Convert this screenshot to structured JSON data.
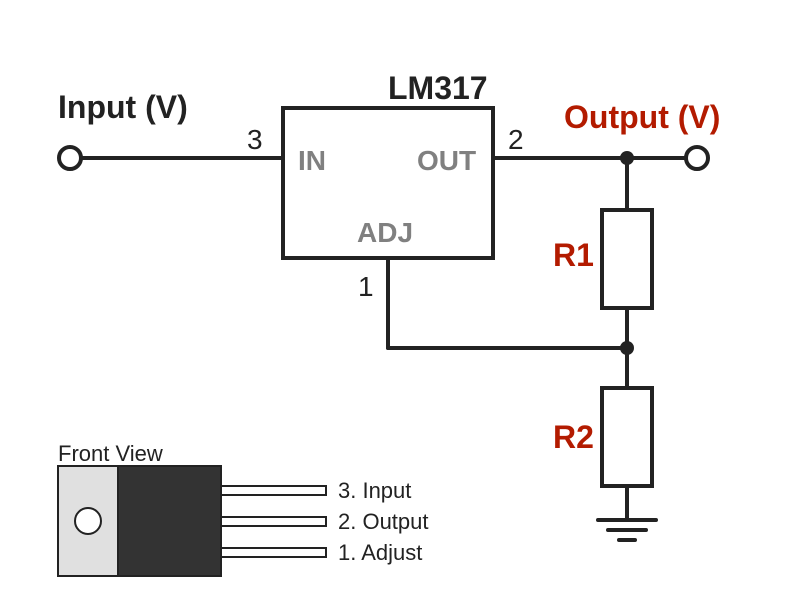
{
  "diagram": {
    "chip_name": "LM317",
    "input_label": "Input (V)",
    "output_label": "Output (V)",
    "pin_in_number": "3",
    "pin_out_number": "2",
    "pin_adj_number": "1",
    "pin_in_label": "IN",
    "pin_out_label": "OUT",
    "pin_adj_label": "ADJ",
    "r1_label": "R1",
    "r2_label": "R2",
    "front_view_title": "Front View",
    "package_pins": [
      "3. Input",
      "2. Output",
      "1. Adjust"
    ]
  },
  "colors": {
    "wire": "#222222",
    "accent_red": "#b31b00",
    "pin_label_gray": "#808080",
    "package_body": "#333333",
    "package_tab": "#e0e0e0"
  }
}
